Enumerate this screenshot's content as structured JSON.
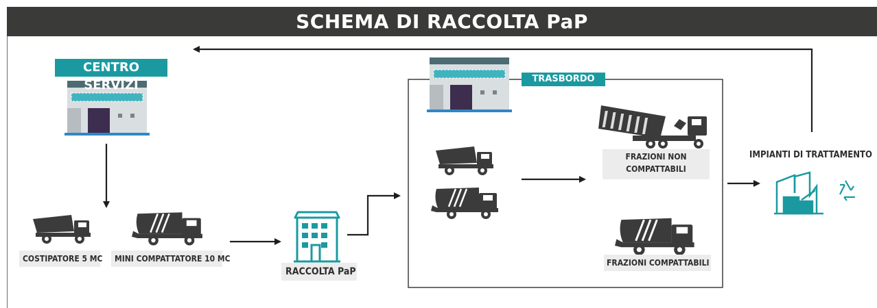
{
  "diagram": {
    "title": "SCHEMA DI RACCOLTA PaP",
    "nodes": {
      "centro_servizi": "CENTRO SERVIZI",
      "trasbordo": "TRASBORDO",
      "costipatore": "COSTIPATORE 5 MC",
      "mini_compattatore": "MINI COMPATTATORE 10 MC",
      "raccolta_pap": "RACCOLTA PaP",
      "frazioni_non_compattabili_line1": "FRAZIONI NON",
      "frazioni_non_compattabili_line2": "COMPATTABILI",
      "frazioni_compattabili": "FRAZIONI COMPATTABILI",
      "impianti_trattamento": "IMPIANTI DI TRATTAMENTO"
    },
    "colors": {
      "teal": "#1a9aa0",
      "dark": "#3a3a38",
      "truck": "#3b3b3b",
      "building_wall": "#d9dee0",
      "building_door": "#3d2d4e"
    },
    "icons": [
      "building-icon",
      "truck-icon",
      "compactor-truck-icon",
      "skip-truck-icon",
      "apartment-icon",
      "treatment-plant-icon",
      "recycle-icon"
    ]
  }
}
